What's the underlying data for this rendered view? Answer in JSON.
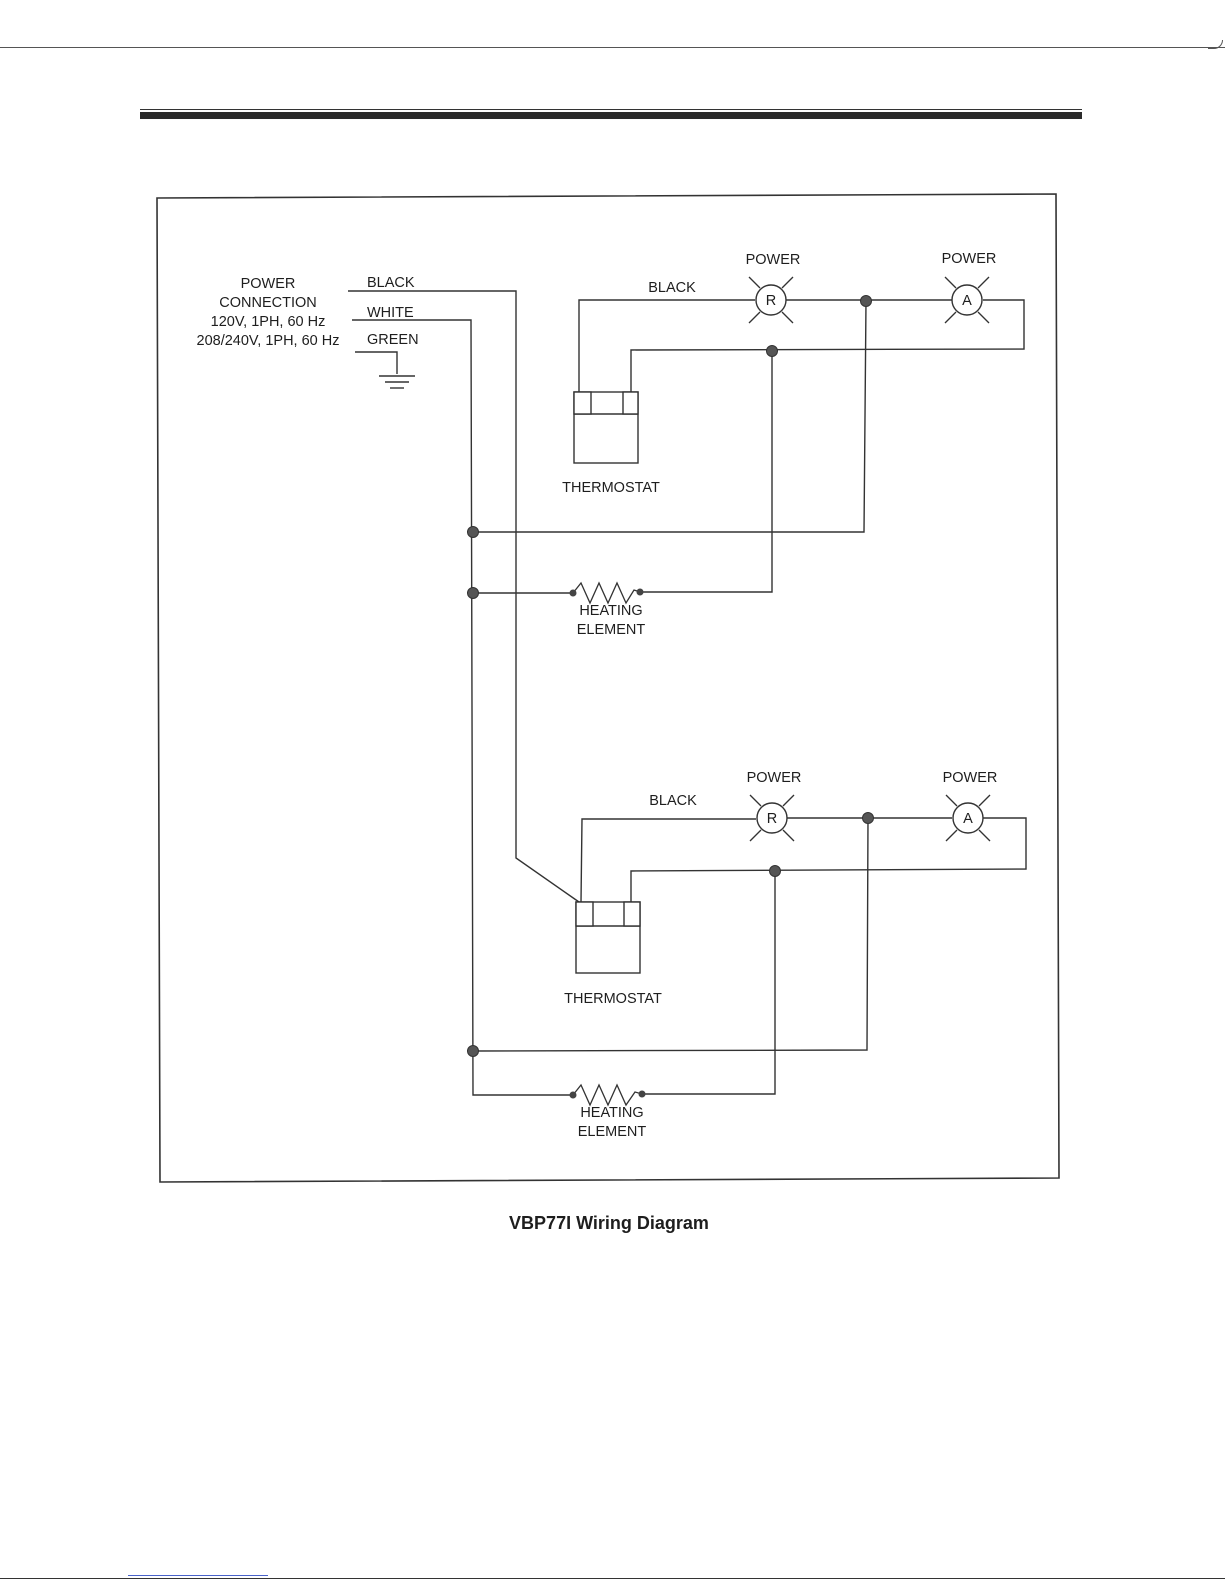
{
  "page": {
    "caption": "VBP77I Wiring Diagram"
  },
  "power_connection": {
    "line1": "POWER",
    "line2": "CONNECTION",
    "line3": "120V, 1PH, 60 Hz",
    "line4": "208/240V, 1PH, 60 Hz",
    "wires": [
      "BLACK",
      "WHITE",
      "GREEN"
    ]
  },
  "upper_circuit": {
    "wire_label": "BLACK",
    "lamp_r": {
      "label": "POWER",
      "letter": "R"
    },
    "lamp_a": {
      "label": "POWER",
      "letter": "A"
    },
    "thermostat_label": "THERMOSTAT",
    "heating_line1": "HEATING",
    "heating_line2": "ELEMENT"
  },
  "lower_circuit": {
    "wire_label": "BLACK",
    "lamp_r": {
      "label": "POWER",
      "letter": "R"
    },
    "lamp_a": {
      "label": "POWER",
      "letter": "A"
    },
    "thermostat_label": "THERMOSTAT",
    "heating_line1": "HEATING",
    "heating_line2": "ELEMENT"
  }
}
